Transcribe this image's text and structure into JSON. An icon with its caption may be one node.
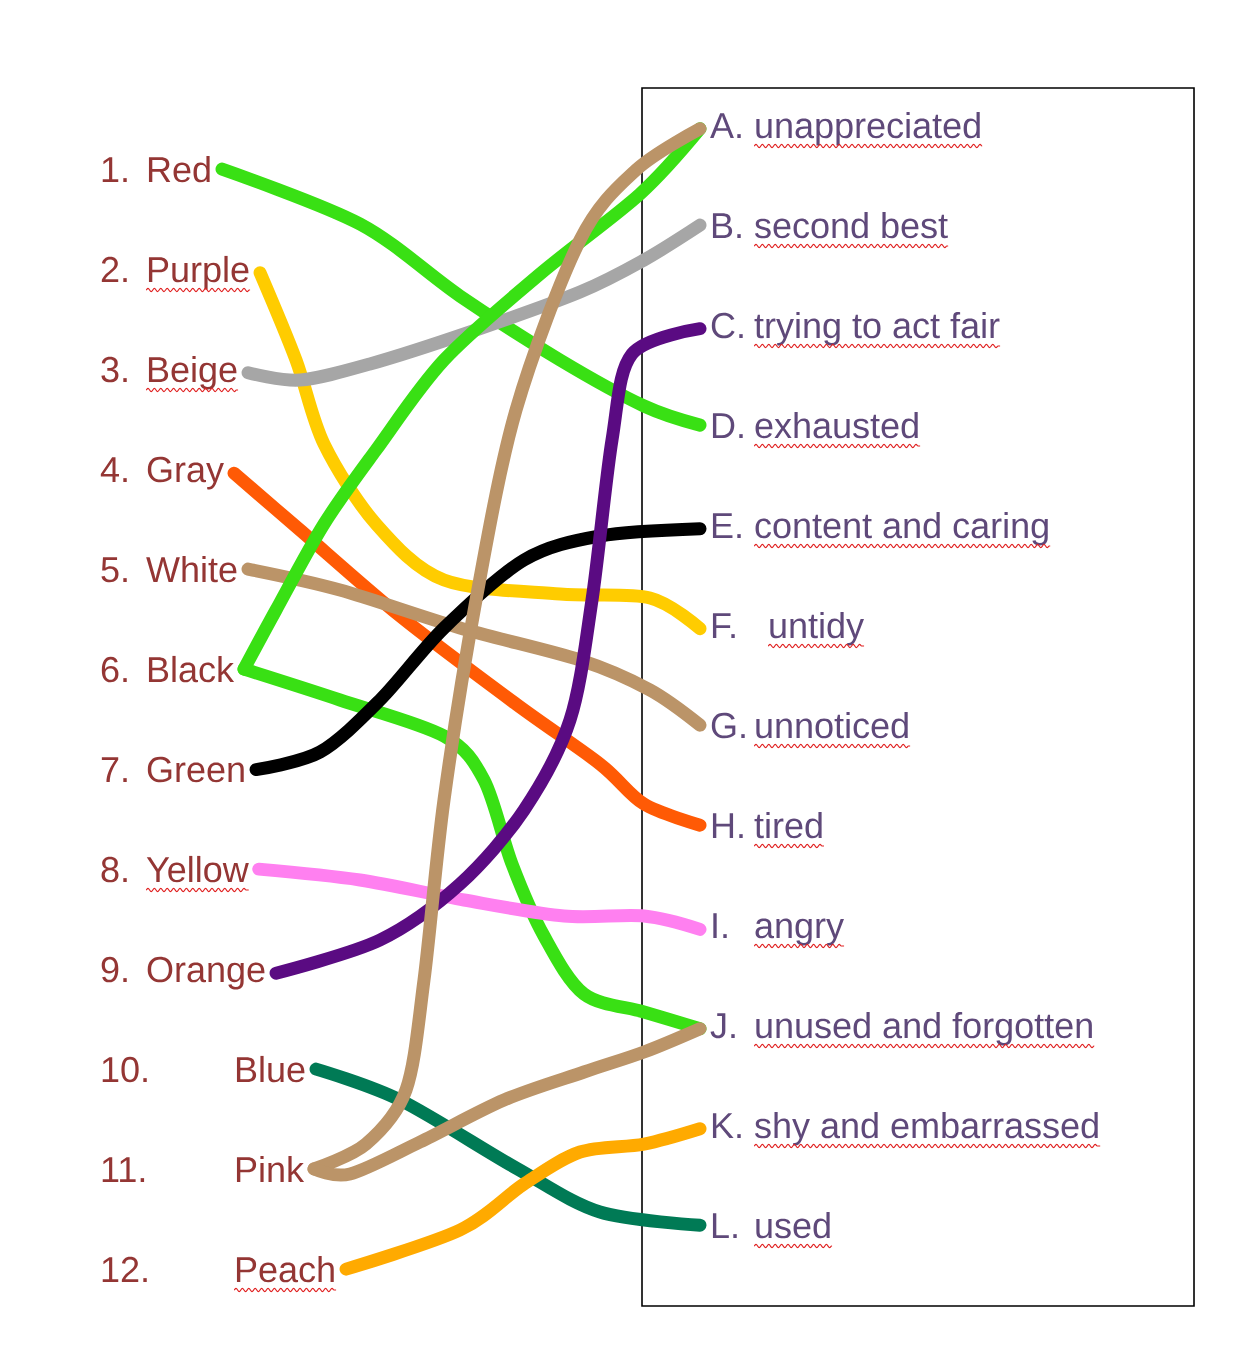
{
  "diagram": {
    "nodes": [
      {
        "text": [
          "1.",
          "Red"
        ]
      },
      {
        "text": [
          "2.",
          "Purple"
        ]
      },
      {
        "text": [
          "3.",
          "Beige"
        ]
      },
      {
        "text": [
          "4.",
          "Gray"
        ]
      },
      {
        "text": [
          "5.",
          "White"
        ]
      },
      {
        "text": [
          "6.",
          "Black"
        ]
      },
      {
        "text": [
          "7.",
          "Green"
        ]
      },
      {
        "text": [
          "8.",
          "Yellow"
        ]
      },
      {
        "text": [
          "9.",
          "Orange"
        ]
      },
      {
        "text": [
          "10.",
          "Blue"
        ]
      },
      {
        "text": [
          "11.",
          "Pink"
        ]
      },
      {
        "text": [
          "12.",
          "Peach"
        ]
      },
      {
        "text": [],
        "shape": "box"
      },
      {
        "text": [
          "A.",
          "unappreciated"
        ],
        "in": 12
      },
      {
        "text": [
          "B.",
          "second best"
        ],
        "in": 12
      },
      {
        "text": [
          "C.",
          "trying to act fair"
        ],
        "in": 12
      },
      {
        "text": [
          "D.",
          "exhausted"
        ],
        "in": 12
      },
      {
        "text": [
          "E.",
          "content and caring"
        ],
        "in": 12
      },
      {
        "text": [
          "F.",
          "untidy"
        ],
        "in": 12
      },
      {
        "text": [
          "G.",
          "unnoticed"
        ],
        "in": 12
      },
      {
        "text": [
          "H.",
          "tired"
        ],
        "in": 12
      },
      {
        "text": [
          "I.",
          "angry"
        ],
        "in": 12
      },
      {
        "text": [
          "J.",
          "unused and forgotten"
        ],
        "in": 12
      },
      {
        "text": [
          "K.",
          "shy and embarrassed"
        ],
        "in": 12
      },
      {
        "text": [
          "L.",
          "used"
        ],
        "in": 12
      }
    ],
    "edges": [
      {
        "from": 0,
        "to": 16,
        "arrow": "none",
        "color": "#39e014"
      },
      {
        "from": 1,
        "to": 18,
        "arrow": "none",
        "color": "#ffcc00"
      },
      {
        "from": 2,
        "to": 14,
        "arrow": "none",
        "color": "#a6a6a6"
      },
      {
        "from": 3,
        "to": 20,
        "arrow": "none",
        "color": "#ff5a05"
      },
      {
        "from": 4,
        "to": 19,
        "arrow": "none",
        "color": "#bb9468"
      },
      {
        "from": 5,
        "to": 13,
        "arrow": "none",
        "color": "#39e014"
      },
      {
        "from": 5,
        "to": 22,
        "arrow": "none",
        "color": "#39e014"
      },
      {
        "from": 6,
        "to": 17,
        "arrow": "none",
        "color": "#000000"
      },
      {
        "from": 7,
        "to": 21,
        "arrow": "none",
        "color": "#ff80f0"
      },
      {
        "from": 8,
        "to": 15,
        "arrow": "none",
        "color": "#5a0b82"
      },
      {
        "from": 9,
        "to": 24,
        "arrow": "none",
        "color": "#007a55"
      },
      {
        "from": 10,
        "to": 13,
        "arrow": "none",
        "color": "#bb9468"
      },
      {
        "from": 10,
        "to": 22,
        "arrow": "none",
        "color": "#bb9468"
      },
      {
        "from": 11,
        "to": 23,
        "arrow": "none",
        "color": "#ffaa00"
      }
    ]
  }
}
